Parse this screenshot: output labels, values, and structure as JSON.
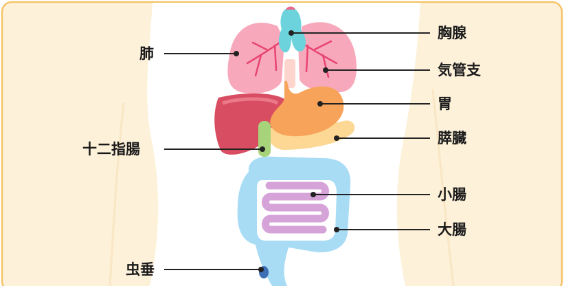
{
  "colors": {
    "frame": "#f4c36a",
    "body_fill": "#fdf1da",
    "torso": "#ffffff",
    "lung": "#f7a9bb",
    "bronchi": "#e8446f",
    "thymus": "#6cd3dc",
    "liver": "#d94d62",
    "stomach": "#f8a35a",
    "pancreas": "#fcd894",
    "duodenum": "#a7d37a",
    "large_intestine": "#a8dcf5",
    "small_intestine": "#d6a3d8",
    "appendix": "#3d6fb6",
    "dot": "#222222"
  },
  "labels": {
    "thymus": "胸腺",
    "bronchi": "気管支",
    "stomach": "胃",
    "pancreas": "膵臓",
    "small_intestine": "小腸",
    "large_intestine": "大腸",
    "lung": "肺",
    "duodenum": "十二指腸",
    "appendix": "虫垂"
  }
}
